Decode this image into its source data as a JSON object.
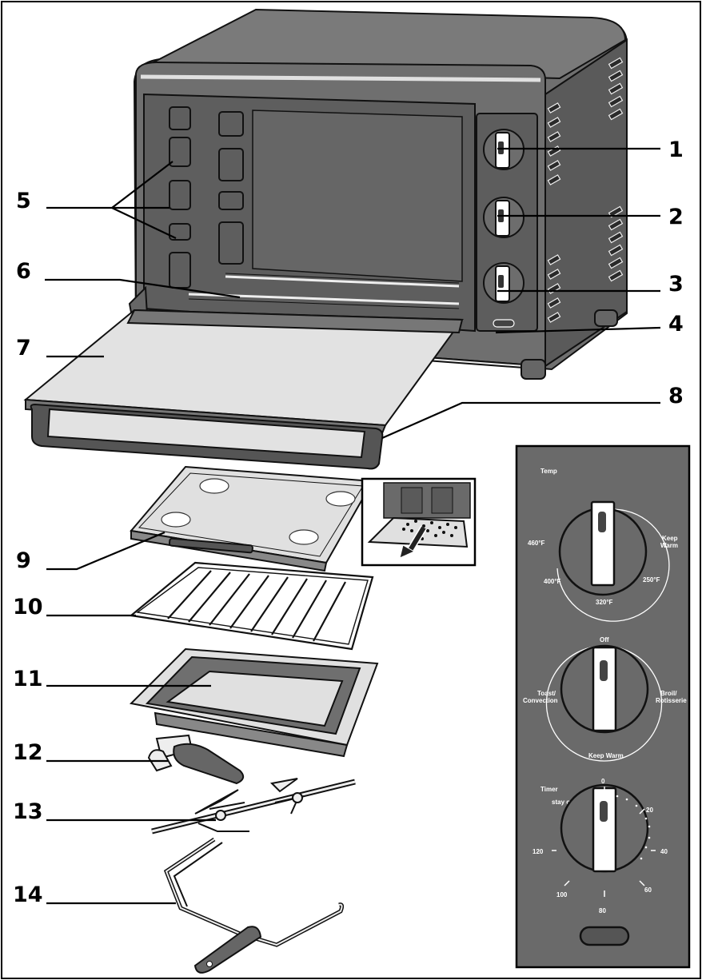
{
  "callouts": [
    "1",
    "2",
    "3",
    "4",
    "5",
    "6",
    "7",
    "8",
    "9",
    "10",
    "11",
    "12",
    "13",
    "14"
  ],
  "panel": {
    "temp_title": "Temp",
    "temp_labels": {
      "top_left": "460°F",
      "left": "400°F",
      "bottom": "320°F",
      "right_low": "250°F",
      "right_top_1": "Keep",
      "right_top_2": "Warm"
    },
    "func_labels": {
      "top": "Off",
      "left_1": "Toast/",
      "left_2": "Convection",
      "right_1": "Broil/",
      "right_2": "Rotisserie",
      "bottom": "Keep Warm"
    },
    "timer_title": "Timer",
    "timer_labels": {
      "stay_on": "stay on",
      "t0": "0",
      "t20": "20",
      "t40": "40",
      "t60": "60",
      "t80": "80",
      "t100": "100",
      "t120": "120"
    }
  },
  "colors": {
    "body": "#6f6f6f",
    "body_dark": "#4d4d4d",
    "panel_bg": "#6a6a6a",
    "glass": "#e2e2e2",
    "outline": "#111111"
  },
  "icons": [
    "dial-knob-icon",
    "arrow-icon",
    "power-light-icon"
  ]
}
